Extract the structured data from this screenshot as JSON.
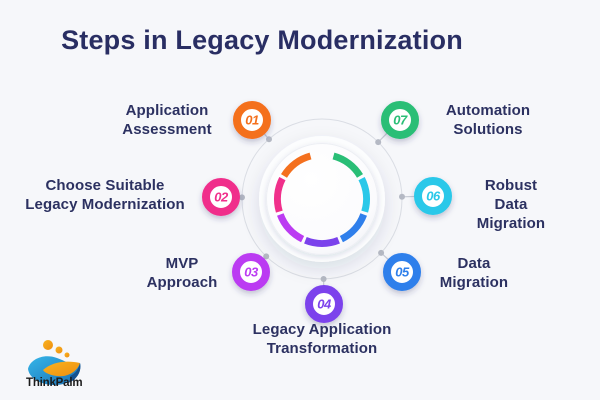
{
  "title": "Steps in Legacy Modernization",
  "steps": [
    {
      "number": "01",
      "label": "Application\nAssessment",
      "color": "#F4701E"
    },
    {
      "number": "02",
      "label": "Choose Suitable\nLegacy Modernization",
      "color": "#F02F8B"
    },
    {
      "number": "03",
      "label": "MVP\nApproach",
      "color": "#BB3BF2"
    },
    {
      "number": "04",
      "label": "Legacy Application\nTransformation",
      "color": "#7B42EC"
    },
    {
      "number": "05",
      "label": "Data\nMigration",
      "color": "#2F7FEB"
    },
    {
      "number": "06",
      "label": "Robust Data\nMigration",
      "color": "#2AC8E9"
    },
    {
      "number": "07",
      "label": "Automation\nSolutions",
      "color": "#29BE76"
    }
  ],
  "colors": {
    "background": "#F6F7FA",
    "title": "#292E63",
    "label": "#2C3161",
    "connector_circle": "#DADDE4",
    "connector_line": "#C6CAD4",
    "connector_dot": "#B5B9C4"
  },
  "logo": {
    "text": "ThinkPalm",
    "light_blue": "#35B6E9",
    "blue": "#1B6FB4",
    "dark_blue": "#15518F",
    "yellow": "#F9B31F",
    "orange": "#EE8E10"
  }
}
